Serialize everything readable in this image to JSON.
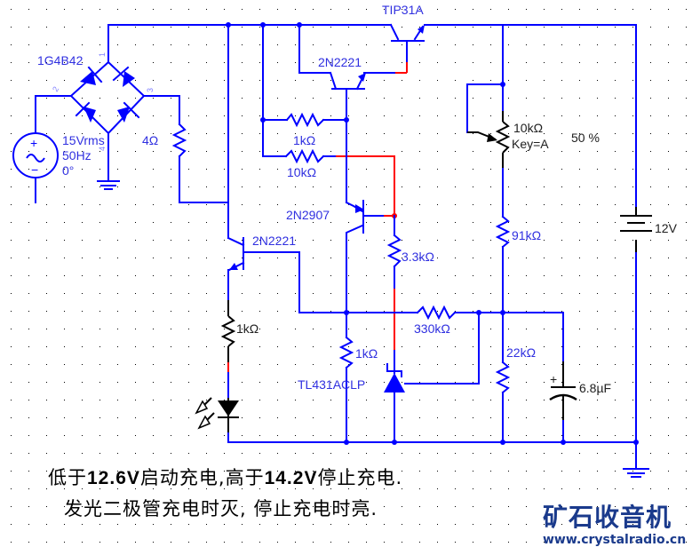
{
  "colors": {
    "wire": "#0000ff",
    "highlight_wire": "#ff0000",
    "component_black": "#000000",
    "label": "#3030e0",
    "logo": "#1a3a8c"
  },
  "components": {
    "bridge": {
      "label": "1G4B42",
      "pins": [
        "1",
        "2",
        "3",
        "4"
      ]
    },
    "ac_source": {
      "lines": [
        "15Vrms",
        "50Hz",
        "0°"
      ]
    },
    "load_resistor": {
      "label": "4Ω"
    },
    "q_tip31a": {
      "label": "TIP31A"
    },
    "q_2n2221_top": {
      "label": "2N2221"
    },
    "r_1k_top": {
      "label": "1kΩ"
    },
    "r_10k_top": {
      "label": "10kΩ"
    },
    "q_2n2907": {
      "label": "2N2907"
    },
    "r_3k3": {
      "label": "3.3kΩ"
    },
    "q_2n2221_led": {
      "label": "2N2221"
    },
    "r_1k_led": {
      "label": "1kΩ"
    },
    "r_1k_mid": {
      "label": "1kΩ"
    },
    "tl431": {
      "label": "TL431ACLP"
    },
    "r_330k": {
      "label": "330kΩ"
    },
    "pot": {
      "label": "10kΩ",
      "key": "Key=A",
      "setting": "50 %"
    },
    "r_91k": {
      "label": "91kΩ"
    },
    "r_22k": {
      "label": "22kΩ"
    },
    "cap": {
      "label": "6.8µF",
      "polarity": "+"
    },
    "battery": {
      "label": "12V"
    }
  },
  "notes": {
    "line1": {
      "a": "低于",
      "b": "12.6V",
      "c": "启动充电,高于",
      "d": "14.2V",
      "e": "停止充电."
    },
    "line2": "发光二极管充电时灭, 停止充电时亮."
  },
  "logo": {
    "title": "矿石收音机",
    "url": "www.crystalradio.cn"
  }
}
